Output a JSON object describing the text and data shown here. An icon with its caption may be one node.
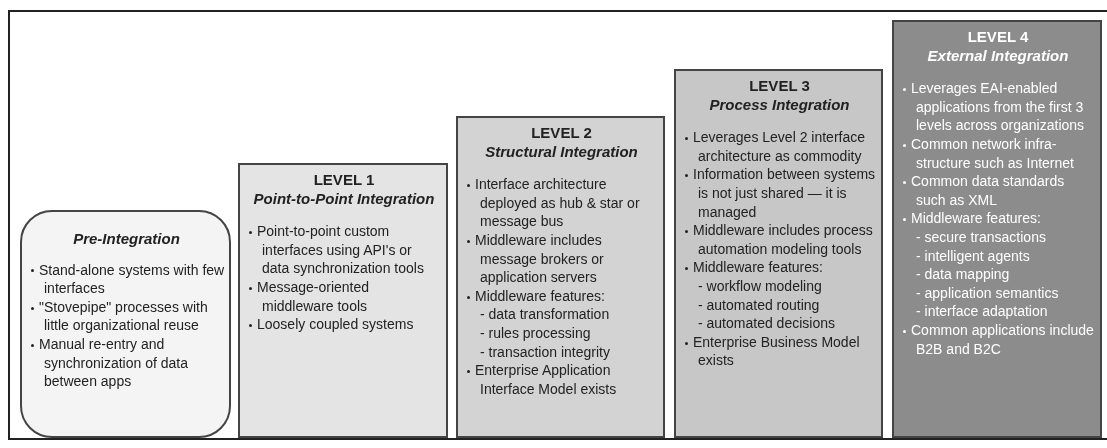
{
  "diagram": {
    "nodes": [
      {
        "text": [
          "Pre-Integration",
          "Stand-alone systems with few interfaces",
          "\"Stovepipe\" processes with little organizational reuse",
          "Manual re-entry and synchronization of data between apps"
        ]
      },
      {
        "text": [
          "LEVEL 1",
          "Point-to-Point Integration",
          "Point-to-point custom interfaces using API's or data synchronization tools",
          "Message-oriented middleware tools",
          "Loosely coupled systems"
        ]
      },
      {
        "text": [
          "LEVEL 2",
          "Structural Integration",
          "Interface architecture deployed as hub & star or message bus",
          "Middleware includes message brokers or application servers",
          "Middleware features:",
          "- data transformation",
          "- rules processing",
          "- transaction integrity",
          "Enterprise Application Interface Model exists"
        ]
      },
      {
        "text": [
          "LEVEL 3",
          "Process Integration",
          "Leverages Level 2 interface architecture as commodity",
          "Information between systems is not just shared — it is managed",
          "Middleware includes process automation modeling tools",
          "Middleware features:",
          "- workflow modeling",
          "- automated routing",
          "- automated decisions",
          "Enterprise Business Model exists"
        ]
      },
      {
        "text": [
          "LEVEL 4",
          "External Integration",
          "Leverages EAI-enabled applications from the first 3 levels across organizations",
          "Common network infra-structure such as Internet",
          "Common data standards such as XML",
          "Middleware features:",
          "- secure transactions",
          "- intelligent agents",
          "- data mapping",
          "- application semantics",
          "- interface adaptation",
          "Common applications include B2B and B2C"
        ]
      }
    ]
  }
}
